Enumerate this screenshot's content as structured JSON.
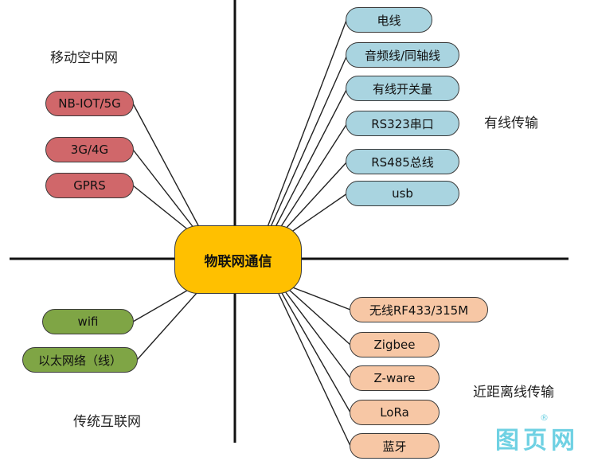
{
  "center": {
    "label": "物联网通信"
  },
  "quadrants": {
    "mobile": "移动空中网",
    "wired": "有线传输",
    "short_range": "近距离线传输",
    "internet": "传统互联网"
  },
  "wired_nodes": [
    "电线",
    "音频线/同轴线",
    "有线开关量",
    "RS323串口",
    "RS485总线",
    "usb"
  ],
  "mobile_nodes": [
    "NB-IOT/5G",
    "3G/4G",
    "GPRS"
  ],
  "internet_nodes": [
    "wifi",
    "以太网络（线）"
  ],
  "short_range_nodes": [
    "无线RF433/315M",
    "Zigbee",
    "Z-ware",
    "LoRa",
    "蓝牙"
  ],
  "colors": {
    "center": "#ffc000",
    "wired": "#a9d4e0",
    "mobile": "#d0676a",
    "internet": "#7fa545",
    "short_range": "#f7c7a5"
  },
  "watermark": {
    "text": "图页网",
    "mark": "®"
  }
}
